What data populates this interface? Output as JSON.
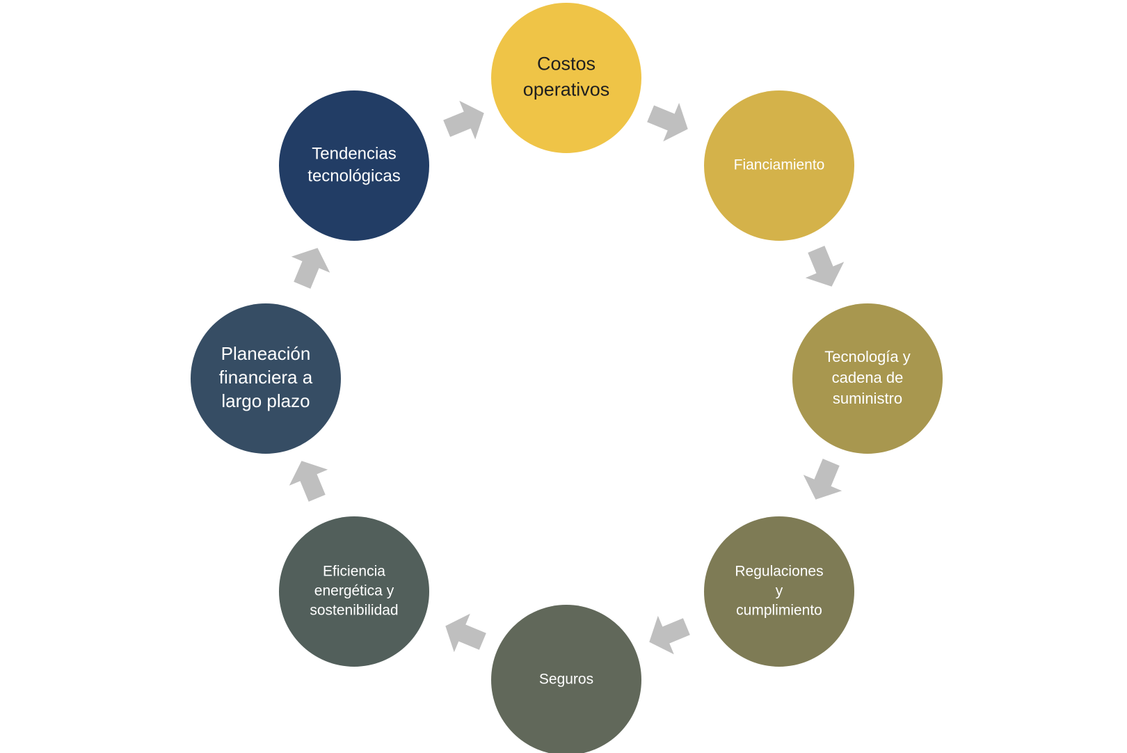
{
  "diagram": {
    "type": "cycle",
    "arrow_color": "#BFBFBF",
    "nodes": [
      {
        "id": "costos",
        "lines": [
          "Costos",
          "operativos"
        ],
        "fill": "#EFC447",
        "text_color": "#1F1F1F",
        "icon": "circle"
      },
      {
        "id": "financiamiento",
        "lines": [
          "Fianciamiento"
        ],
        "fill": "#D4B24A",
        "text_color": "#FFFFFF",
        "icon": "circle"
      },
      {
        "id": "tecnologia",
        "lines": [
          "Tecnología y",
          "cadena de",
          "suministro"
        ],
        "fill": "#A8974F",
        "text_color": "#FFFFFF",
        "icon": "circle"
      },
      {
        "id": "regulaciones",
        "lines": [
          "Regulaciones",
          "y",
          "cumplimiento"
        ],
        "fill": "#7E7B55",
        "text_color": "#FFFFFF",
        "icon": "circle"
      },
      {
        "id": "seguros",
        "lines": [
          "Seguros"
        ],
        "fill": "#61685A",
        "text_color": "#FFFFFF",
        "icon": "circle"
      },
      {
        "id": "eficiencia",
        "lines": [
          "Eficiencia",
          "energética y",
          "sostenibilidad"
        ],
        "fill": "#525F5B",
        "text_color": "#FFFFFF",
        "icon": "circle"
      },
      {
        "id": "planeacion",
        "lines": [
          "Planeación",
          "financiera a",
          "largo plazo"
        ],
        "fill": "#364D64",
        "text_color": "#FFFFFF",
        "icon": "circle"
      },
      {
        "id": "tendencias",
        "lines": [
          "Tendencias",
          "tecnológicas"
        ],
        "fill": "#223D65",
        "text_color": "#FFFFFF",
        "icon": "circle"
      }
    ]
  }
}
